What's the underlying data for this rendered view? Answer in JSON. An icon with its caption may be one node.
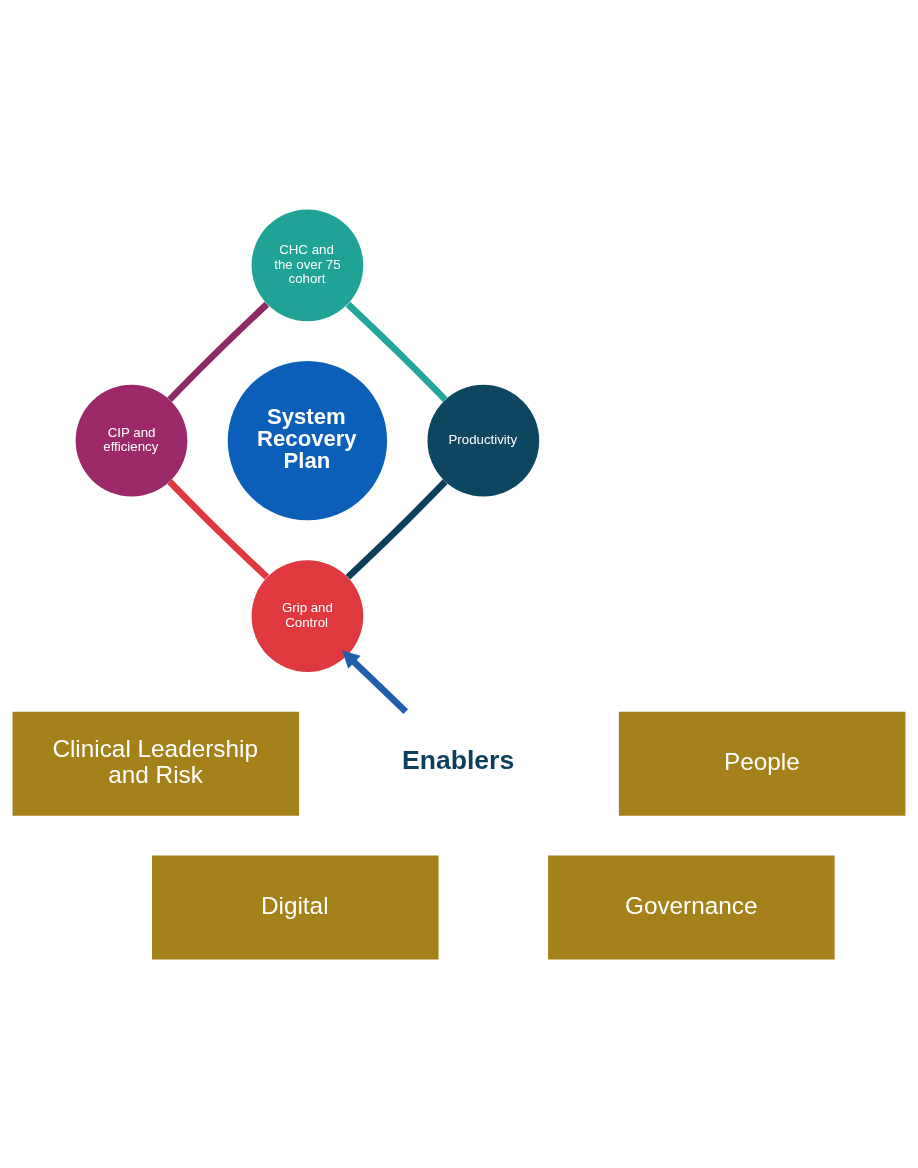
{
  "diagram": {
    "nodes": [
      {
        "text": [
          "CHC and the over 75 cohort"
        ]
      },
      {
        "text": [
          "CIP and efficiency"
        ]
      },
      {
        "text": [
          "System Recovery Plan"
        ]
      },
      {
        "text": [
          "Productivity"
        ]
      },
      {
        "text": [
          "Grip and Control"
        ]
      },
      {
        "text": [
          "Clinical Leadership and Risk"
        ]
      },
      {
        "text": [
          "People"
        ]
      },
      {
        "text": [
          "Enablers"
        ]
      },
      {
        "text": [
          "Digital"
        ]
      },
      {
        "text": [
          "Governance"
        ]
      }
    ],
    "edges": [
      {
        "from": 0,
        "to": 3,
        "arrow": "none",
        "color": "#23a59b"
      },
      {
        "from": 3,
        "to": 4,
        "arrow": "none",
        "color": "#0d3f5c"
      },
      {
        "from": 4,
        "to": 1,
        "arrow": "none",
        "color": "#e0383f"
      },
      {
        "from": 1,
        "to": 0,
        "arrow": "none",
        "color": "#8e2a66"
      },
      {
        "from": 7,
        "to": 4,
        "arrow": "to",
        "color": "#1f5fae"
      }
    ]
  }
}
